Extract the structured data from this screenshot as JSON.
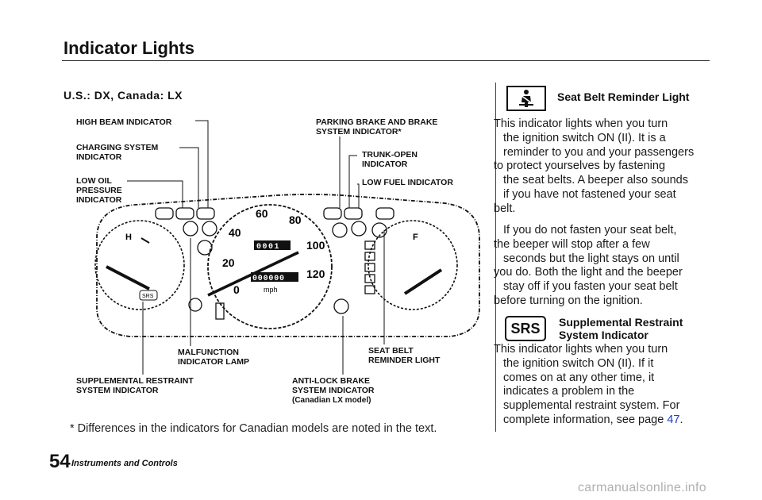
{
  "page": {
    "title": "Indicator Lights",
    "subheading": "U.S.: DX, Canada: LX",
    "footnote": "* Differences in the indicators for Canadian models are noted in the text.",
    "page_number": "54",
    "section": "Instruments and Controls",
    "watermark": "carmanualsonline.info"
  },
  "callouts": {
    "high_beam": "HIGH BEAM INDICATOR",
    "charging": "CHARGING SYSTEM\nINDICATOR",
    "low_oil": "LOW OIL\nPRESSURE\nINDICATOR",
    "parking_brake": "PARKING BRAKE AND BRAKE\nSYSTEM INDICATOR*",
    "trunk_open": "TRUNK-OPEN\nINDICATOR",
    "low_fuel": "LOW FUEL INDICATOR",
    "malfunction": "MALFUNCTION\nINDICATOR LAMP",
    "seat_belt_reminder": "SEAT BELT\nREMINDER LIGHT",
    "srs": "SUPPLEMENTAL RESTRAINT\nSYSTEM INDICATOR",
    "abs": "ANTI-LOCK BRAKE\nSYSTEM INDICATOR",
    "abs_note": "(Canadian LX model)"
  },
  "cluster": {
    "speed_marks": [
      "0",
      "20",
      "40",
      "60",
      "80",
      "100",
      "120"
    ],
    "odometer": "0001",
    "trip": "000000",
    "unit": "mph",
    "temp_hot": "H",
    "fuel_full": "F",
    "srs_icon_label": "SRS"
  },
  "seat_belt_section": {
    "icon": "seat-belt-icon",
    "heading": "Seat Belt Reminder Light",
    "para1": [
      "This indicator lights when you turn",
      "the ignition switch ON (II). It is a",
      "reminder to you and your passengers",
      "to protect yourselves by fastening",
      "the seat belts. A beeper also sounds",
      "if you have not fastened your seat",
      "belt."
    ],
    "para2": [
      "If you do not fasten your seat belt,",
      "the beeper will stop after a few",
      "seconds but the light stays on until",
      "you do. Both the light and the beeper",
      "stay off if you fasten your seat belt",
      "before turning on the ignition."
    ]
  },
  "srs_section": {
    "badge": "SRS",
    "heading_line1": "Supplemental Restraint",
    "heading_line2": "System Indicator",
    "para": [
      "This indicator lights when you turn",
      "the ignition switch ON (II). If it",
      "comes on at any other time, it",
      "indicates a problem in the",
      "supplemental restraint system. For"
    ],
    "last_line_prefix": "complete information, see page ",
    "page_link": "47",
    "last_line_suffix": "."
  }
}
